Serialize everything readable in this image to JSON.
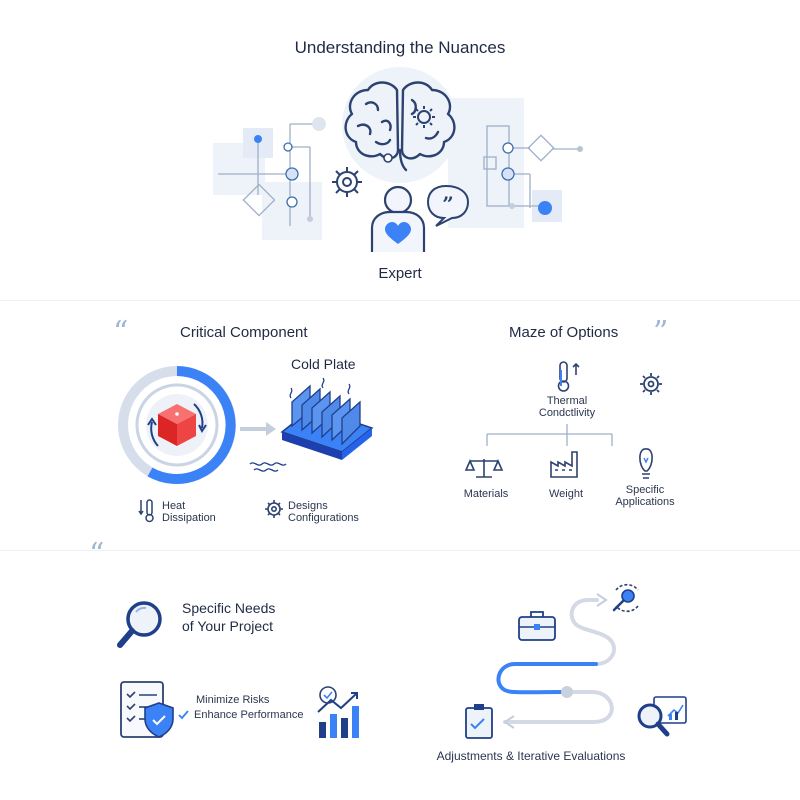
{
  "page_title": "Understanding the Nuances",
  "expert": {
    "label": "Expert"
  },
  "critical": {
    "heading": "Critical Component",
    "cold_plate": "Cold Plate",
    "heat_line1": "Heat",
    "heat_line2": "Dissipation",
    "designs_line1": "Designs",
    "designs_line2": "Configurations"
  },
  "maze": {
    "heading": "Maze of Options",
    "thermal_line1": "Thermal",
    "thermal_line2": "Condctlivity",
    "materials": "Materials",
    "weight": "Weight",
    "specific_line1": "Specific",
    "specific_line2": "Applications"
  },
  "needs": {
    "heading_line1": "Specific Needs",
    "heading_line2": "of Your Project",
    "risk1": "Minimize Risks",
    "risk2": "Enhance Performance"
  },
  "adjust": {
    "label": "Adjustments & Iterative Evaluations"
  },
  "colors": {
    "accent": "#3b82f6",
    "navy": "#1e3a8a",
    "red": "#ef4444",
    "light": "#e8eef8"
  }
}
